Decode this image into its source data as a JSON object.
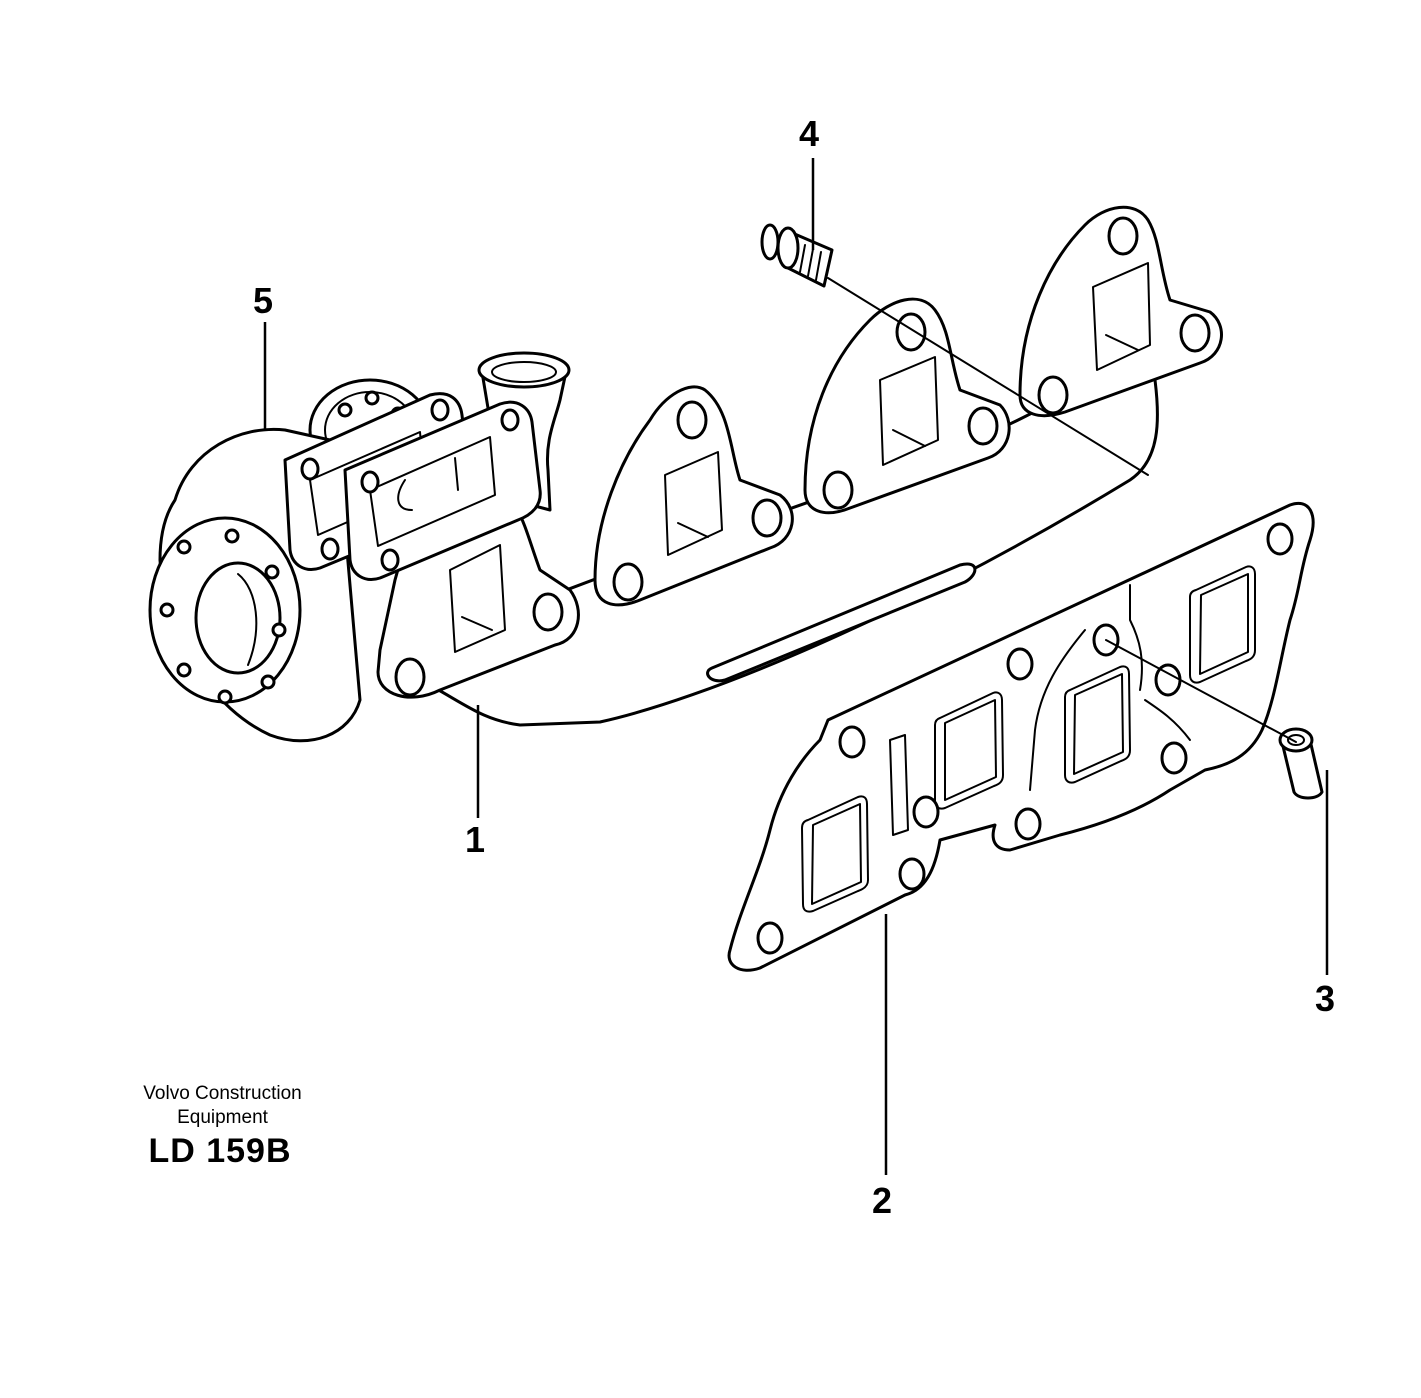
{
  "callouts": {
    "c1": "1",
    "c2": "2",
    "c3": "3",
    "c4": "4",
    "c5": "5"
  },
  "footer": {
    "brand_line1": "Volvo Construction",
    "brand_line2": "Equipment",
    "drawing_code": "LD 159B"
  }
}
